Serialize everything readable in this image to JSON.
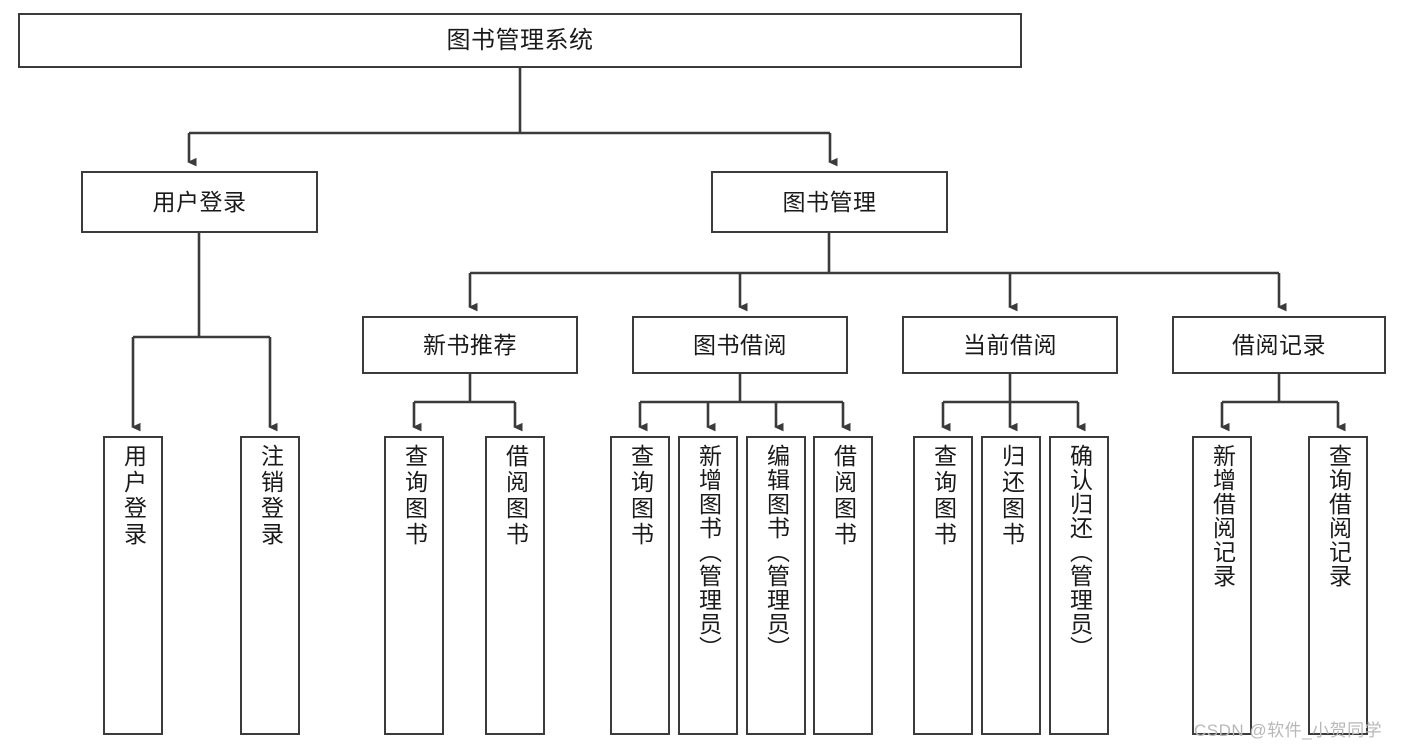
{
  "diagram": {
    "title": "图书管理系统",
    "type": "tree-hierarchy",
    "nodes": {
      "root": {
        "label": "图书管理系统"
      },
      "level2": [
        {
          "id": "user-login",
          "label": "用户登录"
        },
        {
          "id": "book-management",
          "label": "图书管理"
        }
      ],
      "level3": [
        {
          "id": "new-book-recommend",
          "label": "新书推荐"
        },
        {
          "id": "book-borrow",
          "label": "图书借阅"
        },
        {
          "id": "current-borrow",
          "label": "当前借阅"
        },
        {
          "id": "borrow-record",
          "label": "借阅记录"
        }
      ],
      "leaves": {
        "user-login": [
          {
            "id": "leaf-user-login",
            "label": "用户登录"
          },
          {
            "id": "leaf-logout-login",
            "label": "注销登录"
          }
        ],
        "new-book-recommend": [
          {
            "id": "leaf-query-book-1",
            "label": "查询图书"
          },
          {
            "id": "leaf-borrow-book-1",
            "label": "借阅图书"
          }
        ],
        "book-borrow": [
          {
            "id": "leaf-query-book-2",
            "label": "查询图书"
          },
          {
            "id": "leaf-add-book",
            "label": "新增图书（管理员）"
          },
          {
            "id": "leaf-edit-book",
            "label": "编辑图书（管理员）"
          },
          {
            "id": "leaf-borrow-book-2",
            "label": "借阅图书"
          }
        ],
        "current-borrow": [
          {
            "id": "leaf-query-book-3",
            "label": "查询图书"
          },
          {
            "id": "leaf-return-book",
            "label": "归还图书"
          },
          {
            "id": "leaf-confirm-return",
            "label": "确认归还（管理员）"
          }
        ],
        "borrow-record": [
          {
            "id": "leaf-add-record",
            "label": "新增借阅记录"
          },
          {
            "id": "leaf-query-record",
            "label": "查询借阅记录"
          }
        ]
      }
    },
    "colors": {
      "stroke": "#3b3b3b",
      "fill": "#ffffff",
      "text": "#1a1a1a",
      "watermark": "#b8b8b8"
    }
  },
  "watermark": {
    "text": "CSDN @软件_小贺同学"
  }
}
